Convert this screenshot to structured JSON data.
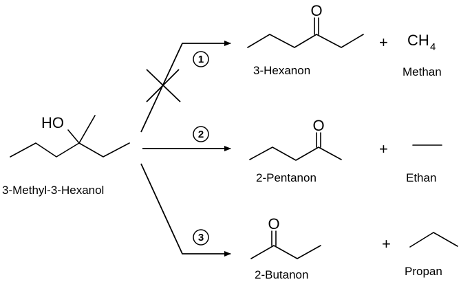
{
  "reactant": {
    "name": "3-Methyl-3-Hexanol",
    "hydroxyl": "HO"
  },
  "pathways": [
    {
      "number": "1",
      "blocked": true,
      "product": {
        "name": "3-Hexanon",
        "oxygen": "O"
      },
      "byproduct": {
        "name": "Methan",
        "formula_main": "CH",
        "formula_sub": "4"
      }
    },
    {
      "number": "2",
      "blocked": false,
      "product": {
        "name": "2-Pentanon",
        "oxygen": "O"
      },
      "byproduct": {
        "name": "Ethan"
      }
    },
    {
      "number": "3",
      "blocked": false,
      "product": {
        "name": "2-Butanon",
        "oxygen": "O"
      },
      "byproduct": {
        "name": "Propan"
      }
    }
  ],
  "plus_sign": "+"
}
